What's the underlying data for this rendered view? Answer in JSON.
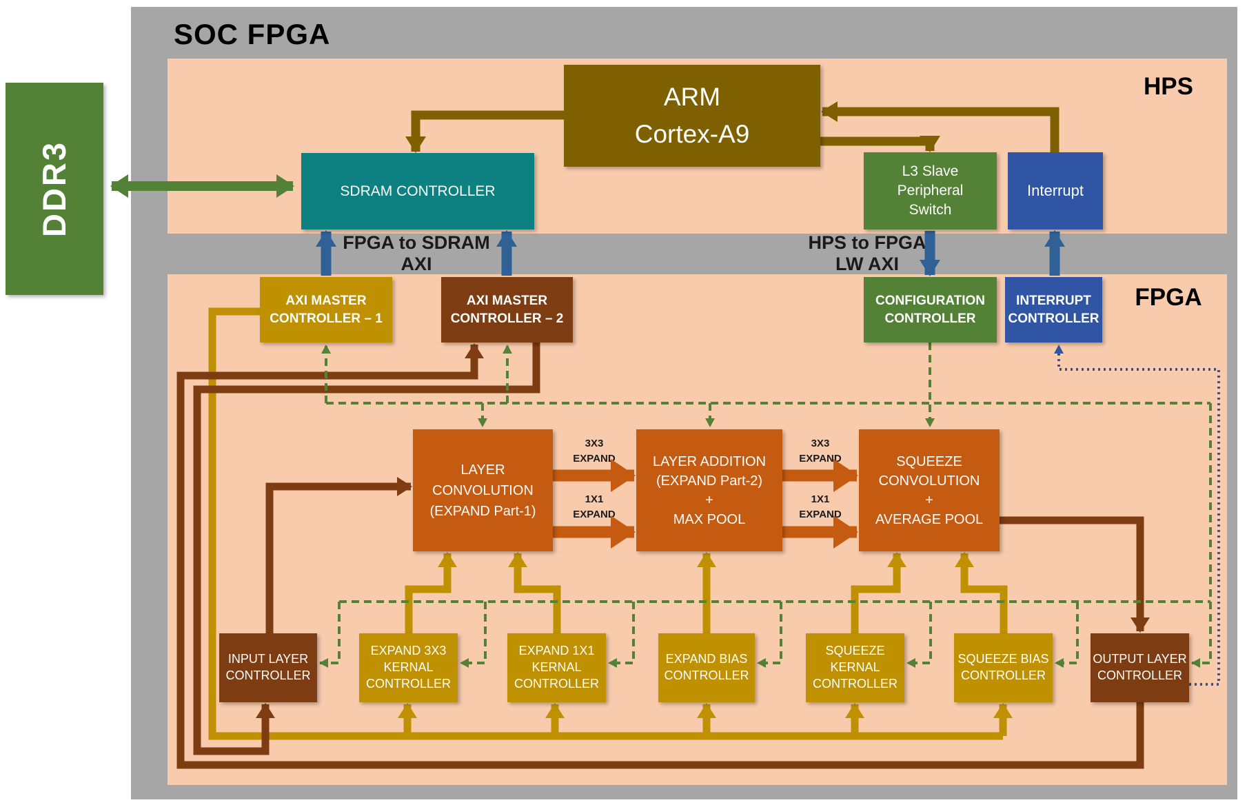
{
  "title": "SOC FPGA",
  "regions": {
    "hps": "HPS",
    "fpga": "FPGA"
  },
  "memory": {
    "ddr3": "DDR3"
  },
  "hps": {
    "arm": "ARM\nCortex-A9",
    "sdram": "SDRAM CONTROLLER",
    "l3_switch": "L3 Slave\nPeripheral\nSwitch",
    "interrupt": "Interrupt"
  },
  "bridges": {
    "fpga_to_sdram": "FPGA to SDRAM\nAXI",
    "hps_to_fpga": "HPS to FPGA\nLW AXI"
  },
  "fpga": {
    "axi_master_1": "AXI MASTER\nCONTROLLER – 1",
    "axi_master_2": "AXI MASTER\nCONTROLLER – 2",
    "configuration": "CONFIGURATION\nCONTROLLER",
    "interrupt_controller": "INTERRUPT\nCONTROLLER",
    "layer_convolution": "LAYER\nCONVOLUTION\n(EXPAND Part-1)",
    "layer_addition": "LAYER ADDITION\n(EXPAND Part-2)\n+\nMAX POOL",
    "squeeze_convolution": "SQUEEZE\nCONVOLUTION\n+\nAVERAGE POOL",
    "expand_3x3_label": "3X3\nEXPAND",
    "expand_1x1_label": "1X1\nEXPAND",
    "input_layer": "INPUT LAYER\nCONTROLLER",
    "expand_3x3_kernal": "EXPAND 3X3\nKERNAL\nCONTROLLER",
    "expand_1x1_kernal": "EXPAND 1X1\nKERNAL\nCONTROLLER",
    "expand_bias": "EXPAND BIAS\nCONTROLLER",
    "squeeze_kernal": "SQUEEZE\nKERNAL\nCONTROLLER",
    "squeeze_bias": "SQUEEZE BIAS\nCONTROLLER",
    "output_layer": "OUTPUT LAYER\nCONTROLLER"
  },
  "colors": {
    "gray": "#a6a6a6",
    "peach": "#f8cbad",
    "green": "#538135",
    "teal": "#0d8181",
    "olive": "#7f6000",
    "blue": "#2f55a4",
    "bluearrow": "#2f6096",
    "gold": "#bf9000",
    "brown": "#7d3c11",
    "orange": "#c55a11",
    "dashgreen": "#538135",
    "dotblue": "#31549b"
  }
}
